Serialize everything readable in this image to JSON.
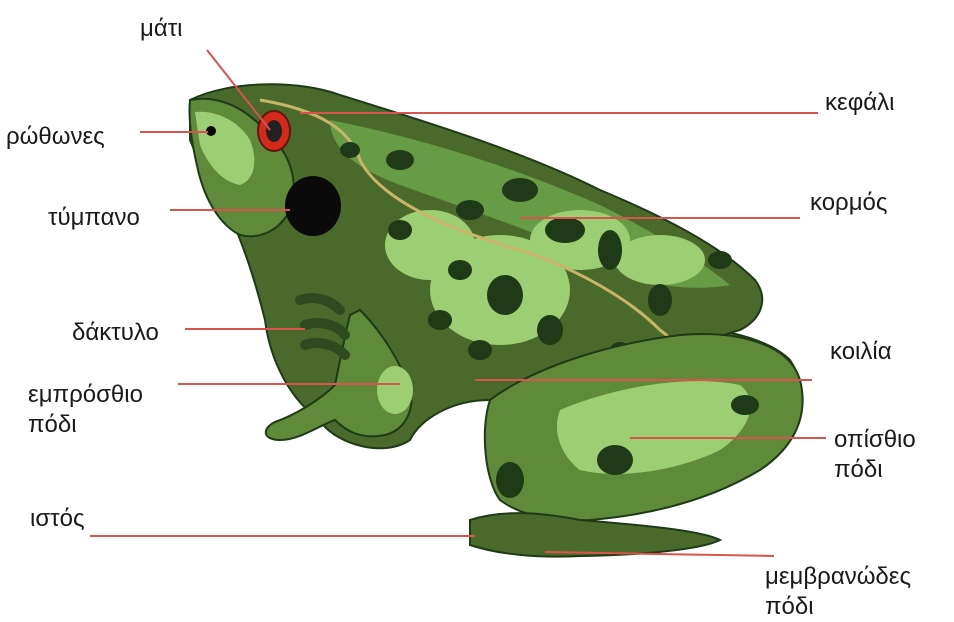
{
  "labels": {
    "eye": "μάτι",
    "head": "κεφάλι",
    "nostrils": "ρώθωνες",
    "tympanum": "τύμπανο",
    "trunk": "κορμός",
    "finger": "δάκτυλο",
    "belly": "κοιλία",
    "front_leg_1": "εμπρόσθιο",
    "front_leg_2": "πόδι",
    "hind_leg_1": "οπίσθιο",
    "hind_leg_2": "πόδι",
    "web": "ιστός",
    "webbed_foot_1": "μεμβρανώδες",
    "webbed_foot_2": "πόδι"
  },
  "colors": {
    "leader": "#d9534f",
    "frog_body": "#4a6a2c",
    "frog_dark": "#2f4a1e",
    "frog_light": "#9ccf74",
    "frog_mid": "#6aa24a",
    "spot": "#1f3a16",
    "eye_ring": "#d6281b",
    "tympanum": "#0a0a0a",
    "dorsal_line": "#c9b46a"
  }
}
